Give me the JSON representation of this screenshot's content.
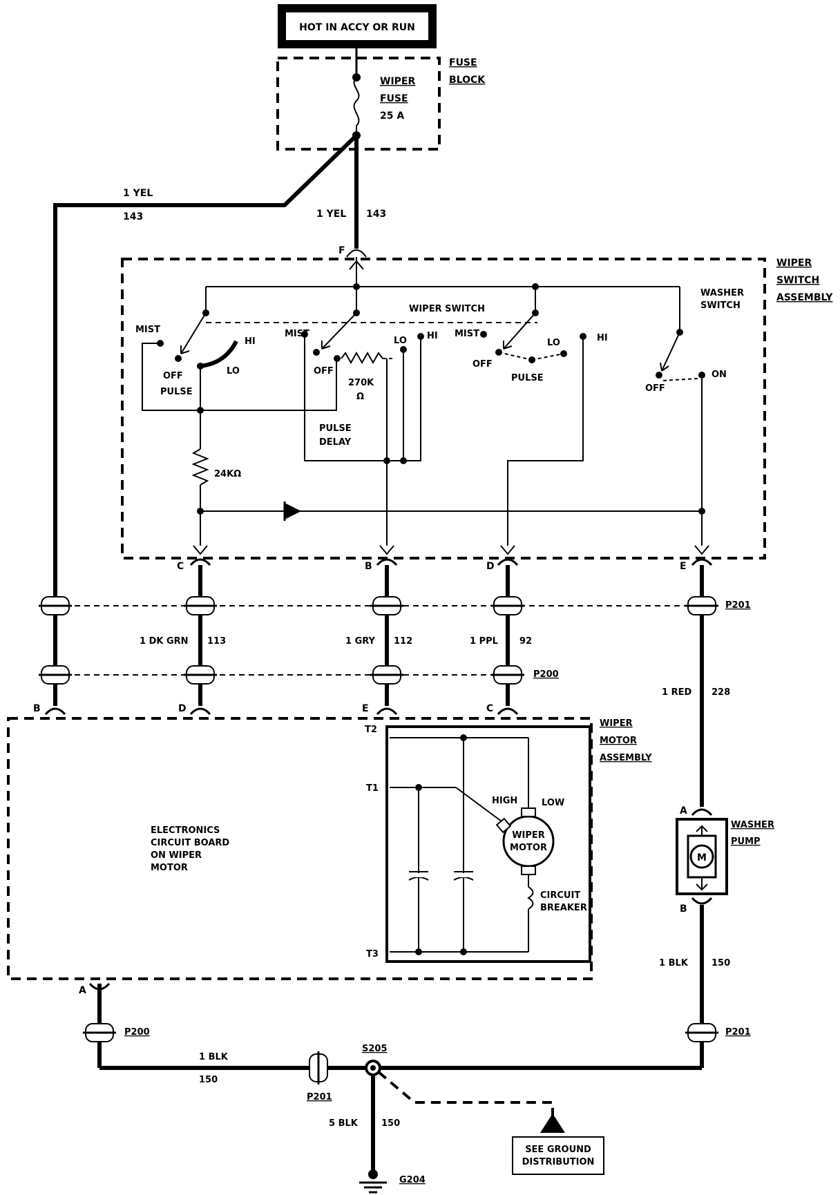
{
  "power": {
    "label": "HOT IN ACCY OR RUN"
  },
  "fuse_block": {
    "label_1": "FUSE",
    "label_2": "BLOCK",
    "fuse_name_1": "WIPER",
    "fuse_name_2": "FUSE",
    "fuse_rating": "25 A"
  },
  "wire_143_left": {
    "gauge_color": "1 YEL",
    "circuit": "143"
  },
  "wire_143_center": {
    "gauge_color": "1 YEL",
    "circuit": "143"
  },
  "wiper_switch_assembly": {
    "label_1": "WIPER",
    "label_2": "SWITCH",
    "label_3": "ASSEMBLY",
    "wiper_switch_label": "WIPER SWITCH",
    "washer_switch_1": "WASHER",
    "washer_switch_2": "SWITCH",
    "pin_f": "F",
    "pin_c": "C",
    "pin_b": "B",
    "pin_d": "D",
    "pin_e": "E",
    "deck1": {
      "mist": "MIST",
      "off": "OFF",
      "pulse": "PULSE",
      "lo": "LO",
      "hi": "HI"
    },
    "deck2": {
      "mist": "MIST",
      "off": "OFF",
      "lo": "LO",
      "hi": "HI",
      "resistor": "270K",
      "ohm": "Ω",
      "pulse_delay_1": "PULSE",
      "pulse_delay_2": "DELAY"
    },
    "deck3": {
      "mist": "MIST",
      "off": "OFF",
      "pulse": "PULSE",
      "lo": "LO",
      "hi": "HI"
    },
    "washer": {
      "off": "OFF",
      "on": "ON"
    },
    "resistor_24k": "24KΩ"
  },
  "connectors": {
    "p201_top": "P201",
    "p200_mid": "P200",
    "p200_bottom": "P200",
    "p201_right": "P201",
    "p201_bottom": "P201",
    "s205": "S205",
    "g204": "G204"
  },
  "wire_113": {
    "gauge_color": "1 DK GRN",
    "circuit": "113"
  },
  "wire_112": {
    "gauge_color": "1 GRY",
    "circuit": "112"
  },
  "wire_92": {
    "gauge_color": "1 PPL",
    "circuit": "92"
  },
  "wire_228": {
    "gauge_color": "1 RED",
    "circuit": "228"
  },
  "wire_150_right": {
    "gauge_color": "1 BLK",
    "circuit": "150"
  },
  "wire_150_bottom": {
    "gauge_color": "1 BLK",
    "circuit": "150"
  },
  "wire_150_ground": {
    "gauge_color": "5 BLK",
    "circuit": "150"
  },
  "wiper_motor_assembly": {
    "label_1": "WIPER",
    "label_2": "MOTOR",
    "label_3": "ASSEMBLY",
    "pin_b": "B",
    "pin_d": "D",
    "pin_e": "E",
    "pin_c": "C",
    "pin_a": "A",
    "board_1": "ELECTRONICS",
    "board_2": "CIRCUIT BOARD",
    "board_3": "ON WIPER",
    "board_4": "MOTOR",
    "t1": "T1",
    "t2": "T2",
    "t3": "T3",
    "high": "HIGH",
    "low": "LOW",
    "motor_1": "WIPER",
    "motor_2": "MOTOR",
    "breaker_1": "CIRCUIT",
    "breaker_2": "BREAKER"
  },
  "washer_pump": {
    "label_1": "WASHER",
    "label_2": "PUMP",
    "pin_a": "A",
    "pin_b": "B",
    "motor_symbol": "M"
  },
  "ground_ref": {
    "line_1": "SEE GROUND",
    "line_2": "DISTRIBUTION"
  }
}
